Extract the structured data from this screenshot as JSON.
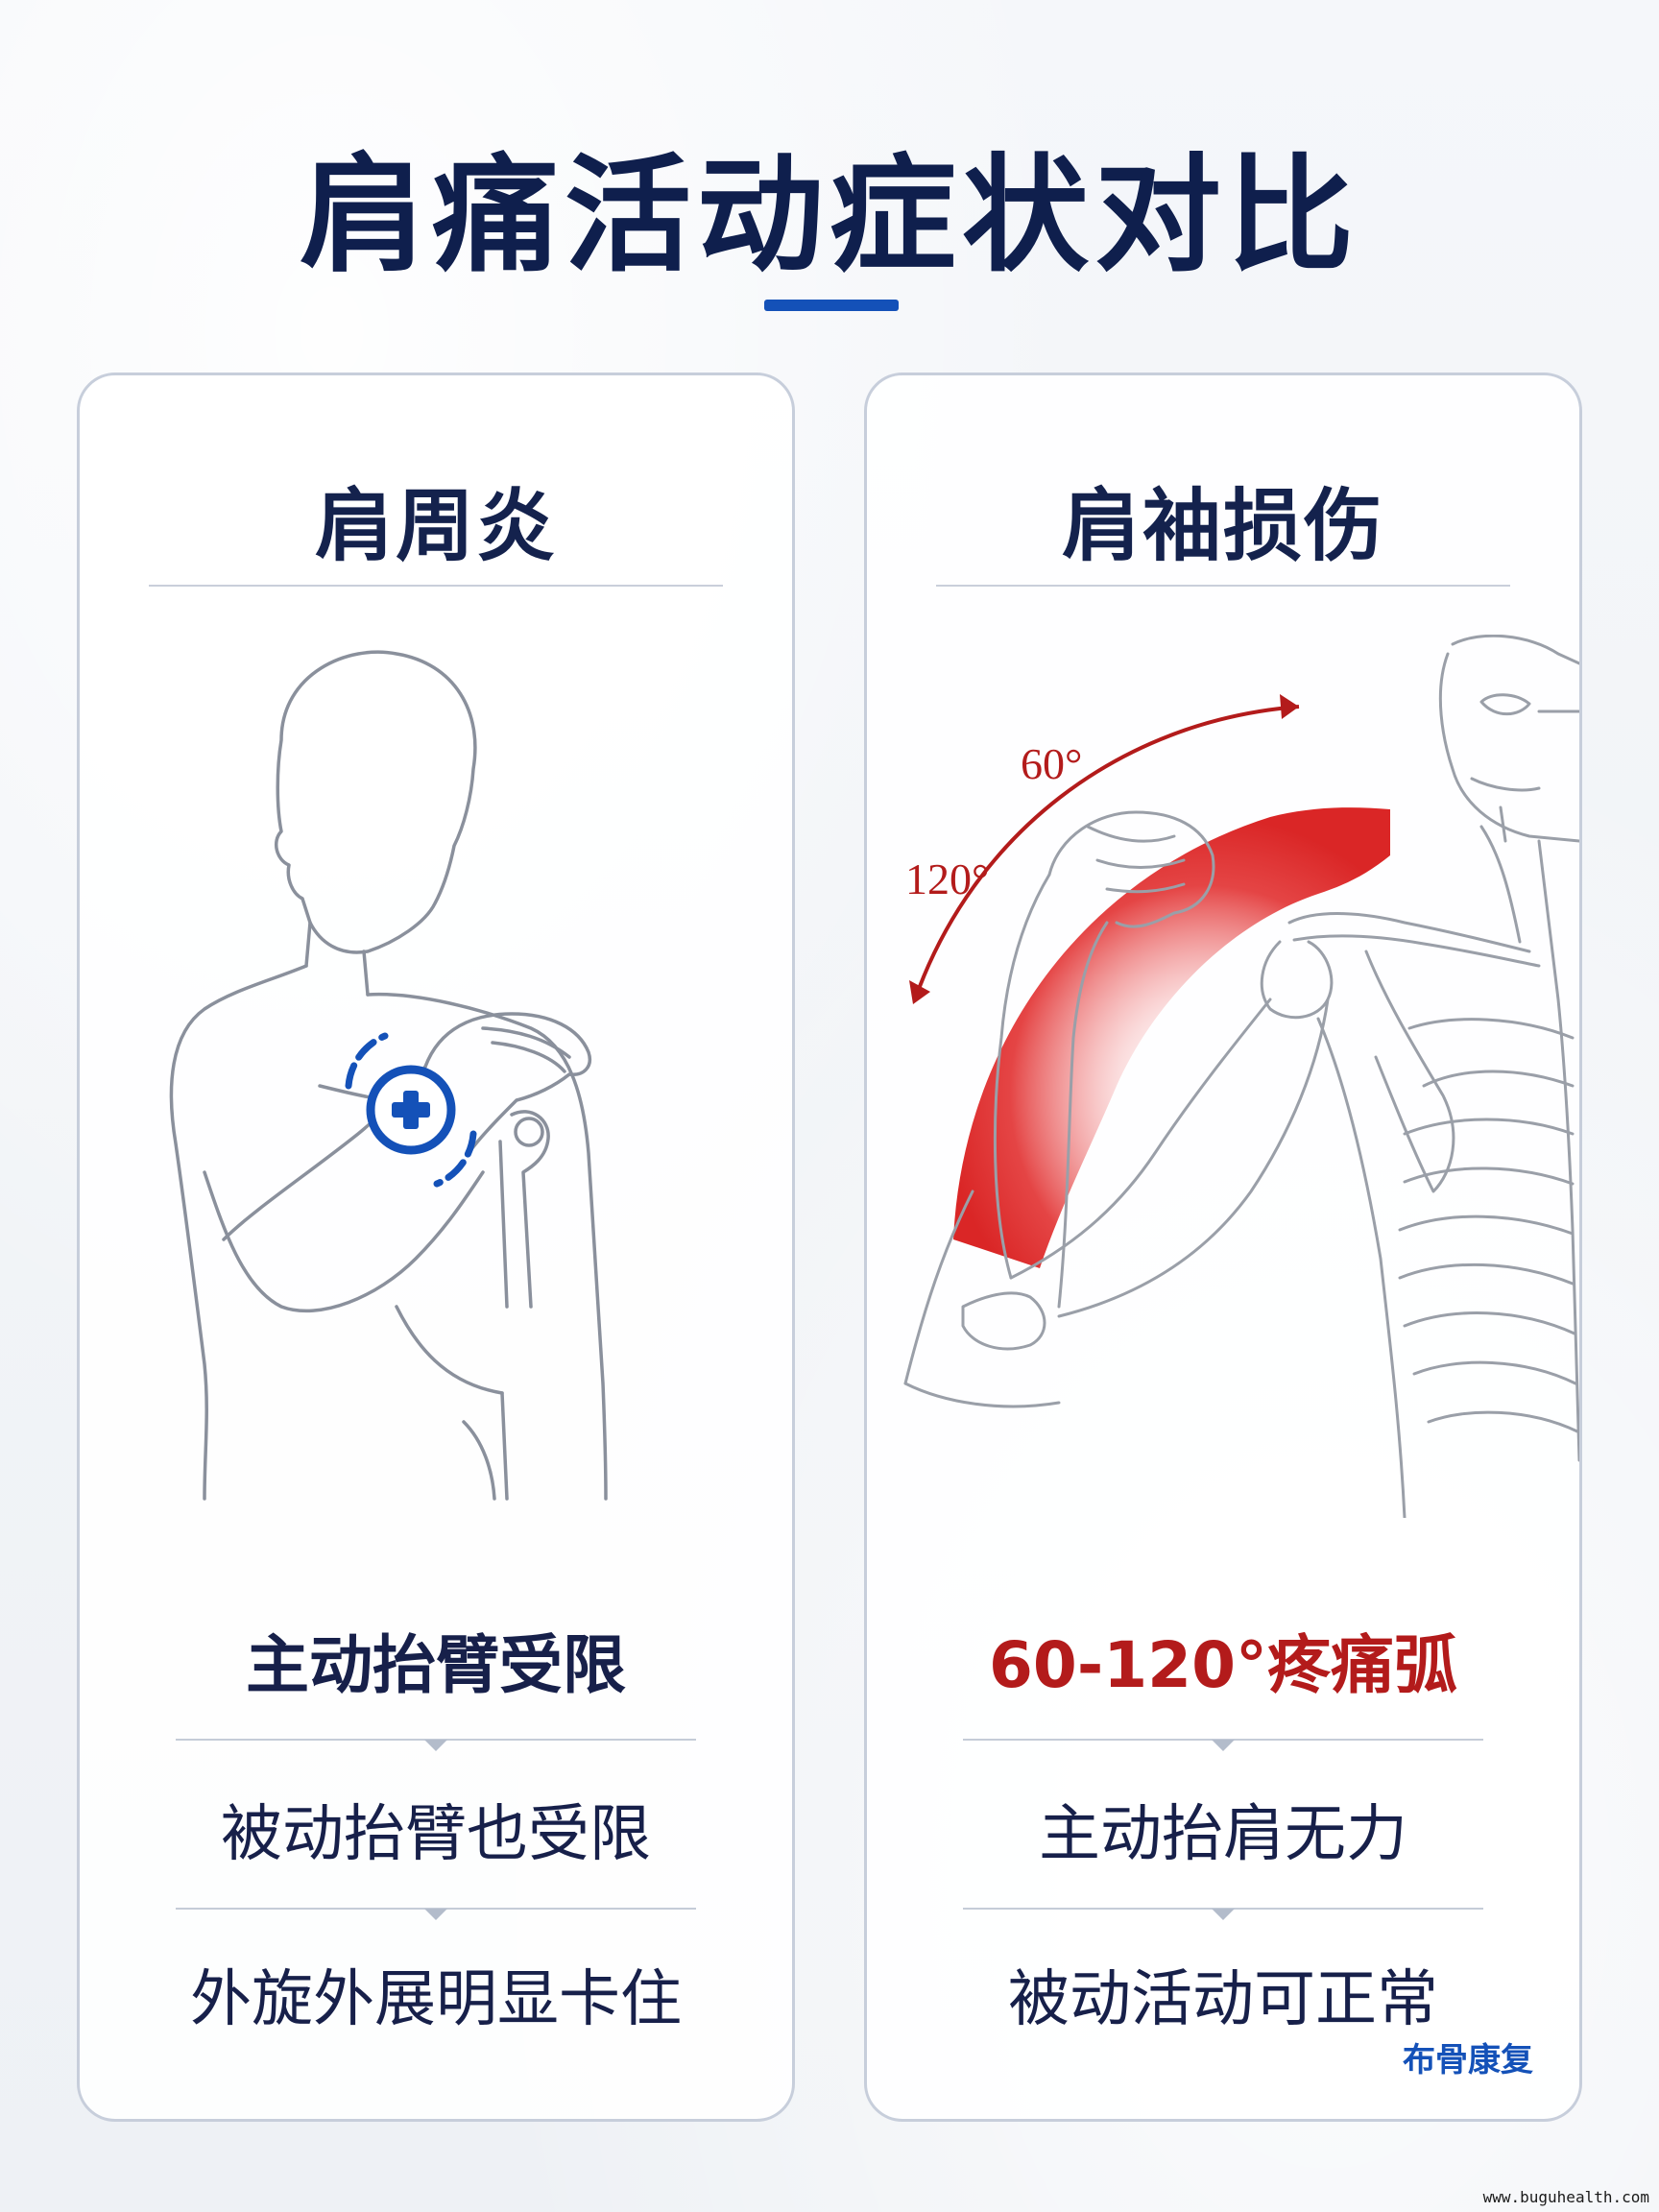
{
  "page": {
    "title": "肩痛活动症状对比",
    "footer_url": "www.buguhealth.com"
  },
  "cards": [
    {
      "title": "肩周炎",
      "main_symptom": "主动抬臂受限",
      "sub_symptoms": [
        "被动抬臂也受限",
        "外旋外展明显卡住"
      ],
      "icon": "medical-cross-badge-icon"
    },
    {
      "title": "肩袖损伤",
      "main_symptom": "60-120°疼痛弧",
      "sub_symptoms": [
        "主动抬肩无力",
        "被动活动可正常"
      ],
      "arc_labels": [
        "60°",
        "120°"
      ],
      "brand": "布骨康复"
    }
  ],
  "colors": {
    "title": "#0f1f4d",
    "accent_blue": "#1451b8",
    "pain_red": "#b31b1b"
  }
}
